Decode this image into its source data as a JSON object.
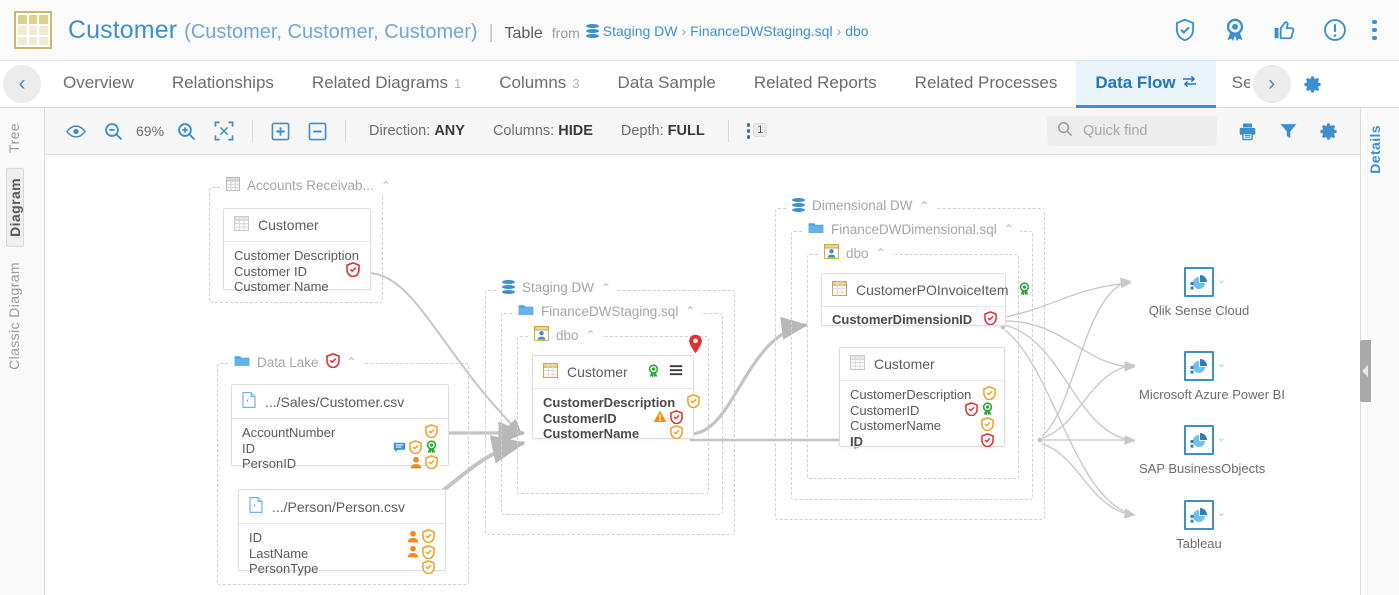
{
  "header": {
    "title": "Customer",
    "aliases": "(Customer, Customer, Customer)",
    "separator": "|",
    "kind": "Table",
    "from_label": "from",
    "breadcrumb": [
      "Staging DW",
      "FinanceDWStaging.sql",
      "dbo"
    ],
    "crumb_sep": "›",
    "icons": [
      {
        "name": "shield-check-icon",
        "glyph": "shield"
      },
      {
        "name": "certification-ribbon-icon",
        "glyph": "ribbon"
      },
      {
        "name": "thumbs-up-icon",
        "glyph": "thumb"
      },
      {
        "name": "warning-circle-icon",
        "glyph": "exclaim"
      },
      {
        "name": "more-options-icon",
        "glyph": "kebab"
      }
    ]
  },
  "tabs": {
    "prev_label": "‹",
    "next_label": "›",
    "items": [
      {
        "label": "Overview",
        "count": "",
        "active": false
      },
      {
        "label": "Relationships",
        "count": "",
        "active": false
      },
      {
        "label": "Related Diagrams",
        "count": "1",
        "active": false
      },
      {
        "label": "Columns",
        "count": "3",
        "active": false
      },
      {
        "label": "Data Sample",
        "count": "",
        "active": false
      },
      {
        "label": "Related Reports",
        "count": "",
        "active": false
      },
      {
        "label": "Related Processes",
        "count": "",
        "active": false
      },
      {
        "label": "Data Flow",
        "count": "",
        "active": true
      },
      {
        "label": "Se",
        "count": "",
        "active": false
      }
    ],
    "settings_icon": "gear-icon"
  },
  "left_rail": {
    "items": [
      {
        "label": "Tree",
        "active": false
      },
      {
        "label": "Diagram",
        "active": true
      },
      {
        "label": "Classic Diagram",
        "active": false
      }
    ]
  },
  "right_rail": {
    "label": "Details"
  },
  "toolbar": {
    "visibility_icon": "eye-icon",
    "zoom_out_icon": "zoom-out-icon",
    "zoom_level": "69%",
    "zoom_in_icon": "zoom-in-icon",
    "fit_icon": "fit-to-screen-icon",
    "expand_icon": "expand-all-icon",
    "collapse_icon": "collapse-all-icon",
    "options": [
      {
        "label": "Direction:",
        "value": "ANY"
      },
      {
        "label": "Columns:",
        "value": "HIDE"
      },
      {
        "label": "Depth:",
        "value": "FULL"
      }
    ],
    "more_badge": "1",
    "search_placeholder": "Quick find",
    "search_value": "",
    "print_icon": "print-icon",
    "filter_icon": "filter-icon",
    "settings_icon": "gear-icon"
  },
  "diagram": {
    "groups": [
      {
        "id": "accounts-receivable",
        "label": "Accounts Receivab...",
        "icon": "table-grid-icon",
        "certified": false
      },
      {
        "id": "data-lake",
        "label": "Data Lake",
        "icon": "folder-icon",
        "certified": true
      },
      {
        "id": "staging-dw",
        "label": "Staging DW",
        "icon": "database-icon",
        "certified": false
      },
      {
        "id": "staging-file",
        "label": "FinanceDWStaging.sql",
        "icon": "folder-icon",
        "certified": false
      },
      {
        "id": "staging-schema",
        "label": "dbo",
        "icon": "schema-icon",
        "certified": false
      },
      {
        "id": "dimensional-dw",
        "label": "Dimensional DW",
        "icon": "database-icon",
        "certified": false
      },
      {
        "id": "dimensional-file",
        "label": "FinanceDWDimensional.sql",
        "icon": "folder-icon",
        "certified": false
      },
      {
        "id": "dimensional-schema",
        "label": "dbo",
        "icon": "schema-icon",
        "certified": false
      }
    ],
    "nodes": [
      {
        "id": "ar-customer",
        "title": "Customer",
        "title_icon": "table-grid-icon",
        "title_badges": [],
        "columns": [
          {
            "name": "Customer Description",
            "bold": false,
            "badges": []
          },
          {
            "name": "Customer ID",
            "bold": false,
            "badges": [
              "shield-red"
            ]
          },
          {
            "name": "Customer Name",
            "bold": false,
            "badges": []
          }
        ]
      },
      {
        "id": "sales-customer-csv",
        "title": ".../Sales/Customer.csv",
        "title_icon": "file-csv-icon",
        "title_badges": [],
        "columns": [
          {
            "name": "AccountNumber",
            "bold": false,
            "badges": [
              "shield-orange"
            ]
          },
          {
            "name": "ID",
            "bold": false,
            "badges": [
              "comment-blue",
              "shield-orange",
              "ribbon-green"
            ]
          },
          {
            "name": "PersonID",
            "bold": false,
            "badges": [
              "person-orange",
              "shield-orange"
            ]
          }
        ]
      },
      {
        "id": "person-person-csv",
        "title": ".../Person/Person.csv",
        "title_icon": "file-csv-icon",
        "title_badges": [],
        "columns": [
          {
            "name": "ID",
            "bold": false,
            "badges": [
              "person-orange",
              "shield-orange"
            ]
          },
          {
            "name": "LastName",
            "bold": false,
            "badges": [
              "person-orange",
              "shield-orange"
            ]
          },
          {
            "name": "PersonType",
            "bold": false,
            "badges": [
              "shield-orange"
            ]
          }
        ]
      },
      {
        "id": "staging-customer",
        "title": "Customer",
        "title_icon": "table-grid-icon",
        "title_badges": [
          "ribbon-green",
          "hamburger-dark"
        ],
        "pin": "location-pin-red",
        "columns": [
          {
            "name": "CustomerDescription",
            "bold": true,
            "badges": [
              "shield-orange"
            ]
          },
          {
            "name": "CustomerID",
            "bold": true,
            "badges": [
              "warning-orange",
              "shield-red"
            ]
          },
          {
            "name": "CustomerName",
            "bold": true,
            "badges": [
              "shield-orange"
            ]
          }
        ]
      },
      {
        "id": "customer-po-invoice-item",
        "title": "CustomerPOInvoiceItem",
        "title_icon": "table-grid-icon",
        "title_badges": [
          "ribbon-green"
        ],
        "columns": [
          {
            "name": "CustomerDimensionID",
            "bold": true,
            "badges": [
              "shield-red"
            ]
          }
        ]
      },
      {
        "id": "dim-customer",
        "title": "Customer",
        "title_icon": "table-grid-icon",
        "title_badges": [],
        "columns": [
          {
            "name": "CustomerDescription",
            "bold": false,
            "badges": [
              "shield-orange"
            ]
          },
          {
            "name": "CustomerID",
            "bold": false,
            "badges": [
              "shield-red",
              "ribbon-green"
            ]
          },
          {
            "name": "CustomerName",
            "bold": false,
            "badges": [
              "shield-orange"
            ]
          },
          {
            "name": "ID",
            "bold": true,
            "badges": [
              "shield-red"
            ]
          }
        ]
      }
    ],
    "bi_nodes": [
      {
        "id": "qlik-sense-cloud",
        "label": "Qlik Sense Cloud",
        "icon": "report-chart-icon"
      },
      {
        "id": "microsoft-azure-power-bi",
        "label": "Microsoft Azure Power BI",
        "icon": "report-chart-icon"
      },
      {
        "id": "sap-businessobjects",
        "label": "SAP BusinessObjects",
        "icon": "report-chart-icon"
      },
      {
        "id": "tableau",
        "label": "Tableau",
        "icon": "report-chart-icon"
      }
    ]
  },
  "colors": {
    "accent": "#3d90d0",
    "active_tab_bg": "#eaf4fb",
    "shield_red": "#e03131",
    "shield_orange": "#f0a020",
    "ribbon_green": "#2aa83a",
    "warning_orange": "#f29400",
    "edge_gray": "#c4c4c4"
  }
}
